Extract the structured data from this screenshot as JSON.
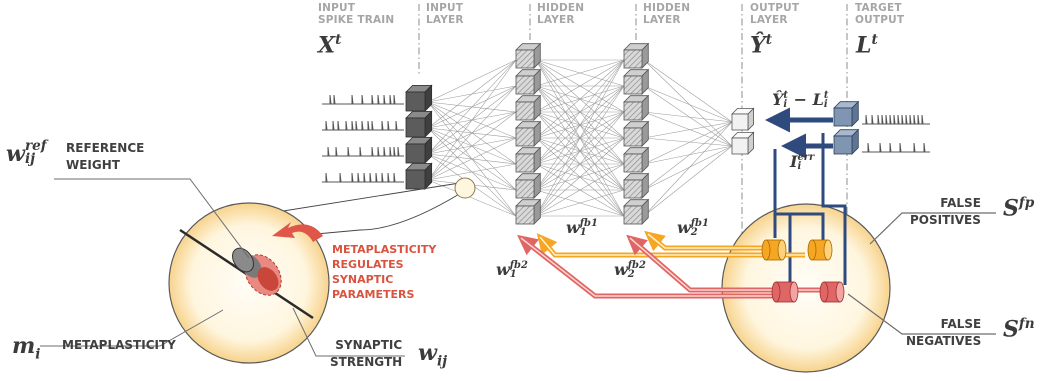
{
  "headers": {
    "input_spike_train": [
      "INPUT",
      "SPIKE TRAIN"
    ],
    "input_layer": [
      "INPUT",
      "LAYER"
    ],
    "hidden_layer_1": [
      "HIDDEN",
      "LAYER"
    ],
    "hidden_layer_2": [
      "HIDDEN",
      "LAYER"
    ],
    "output_layer": [
      "OUTPUT",
      "LAYER"
    ],
    "target_output": [
      "TARGET",
      "OUTPUT"
    ]
  },
  "symbols": {
    "input": {
      "base": "X",
      "sup": "t"
    },
    "output": {
      "base": "Ŷ",
      "sup": "t"
    },
    "target": {
      "base": "L",
      "sup": "t"
    },
    "error_diff": {
      "a": "Ŷ",
      "a_sup": "t",
      "a_sub": "i",
      "op": "−",
      "b": "L",
      "b_sup": "t",
      "b_sub": "i"
    },
    "error_current": {
      "base": "I",
      "sup": "err",
      "sub": "i"
    },
    "w_fb1_1": {
      "base": "w",
      "sup": "fb1",
      "sub": "1"
    },
    "w_fb1_2": {
      "base": "w",
      "sup": "fb1",
      "sub": "2"
    },
    "w_fb2_1": {
      "base": "w",
      "sup": "fb2",
      "sub": "1"
    },
    "w_fb2_2": {
      "base": "w",
      "sup": "fb2",
      "sub": "2"
    },
    "ref_weight": {
      "base": "w",
      "sup": "ref",
      "sub": "ij"
    },
    "metaplasticity": {
      "base": "m",
      "sub": "i"
    },
    "synaptic_strength": {
      "base": "w",
      "sub": "ij"
    },
    "false_positives": {
      "base": "S",
      "sup": "fp"
    },
    "false_negatives": {
      "base": "S",
      "sup": "fn"
    }
  },
  "labels": {
    "reference_weight": [
      "REFERENCE",
      "WEIGHT"
    ],
    "metaplasticity": "METAPLASTICITY",
    "synaptic_strength": [
      "SYNAPTIC",
      "STRENGTH"
    ],
    "false_positives": [
      "FALSE",
      "POSITIVES"
    ],
    "false_negatives": [
      "FALSE",
      "NEGATIVES"
    ],
    "metaplasticity_note": [
      "METAPLASTICITY",
      "REGULATES",
      "SYNAPTIC",
      "PARAMETERS"
    ]
  },
  "colors": {
    "accent_red": "#d9533f",
    "fp_yellow": "#f5a623",
    "fn_red": "#e06666",
    "error_blue": "#2f4a7d",
    "cell_dark": "#5c5c5c",
    "target_blue": "#7f95b2",
    "halo": "#fbe6b8"
  },
  "icons": [
    "spike-train-icon",
    "neuron-cube-icon",
    "synapse-icon",
    "metaplasticity-arrow-icon"
  ]
}
